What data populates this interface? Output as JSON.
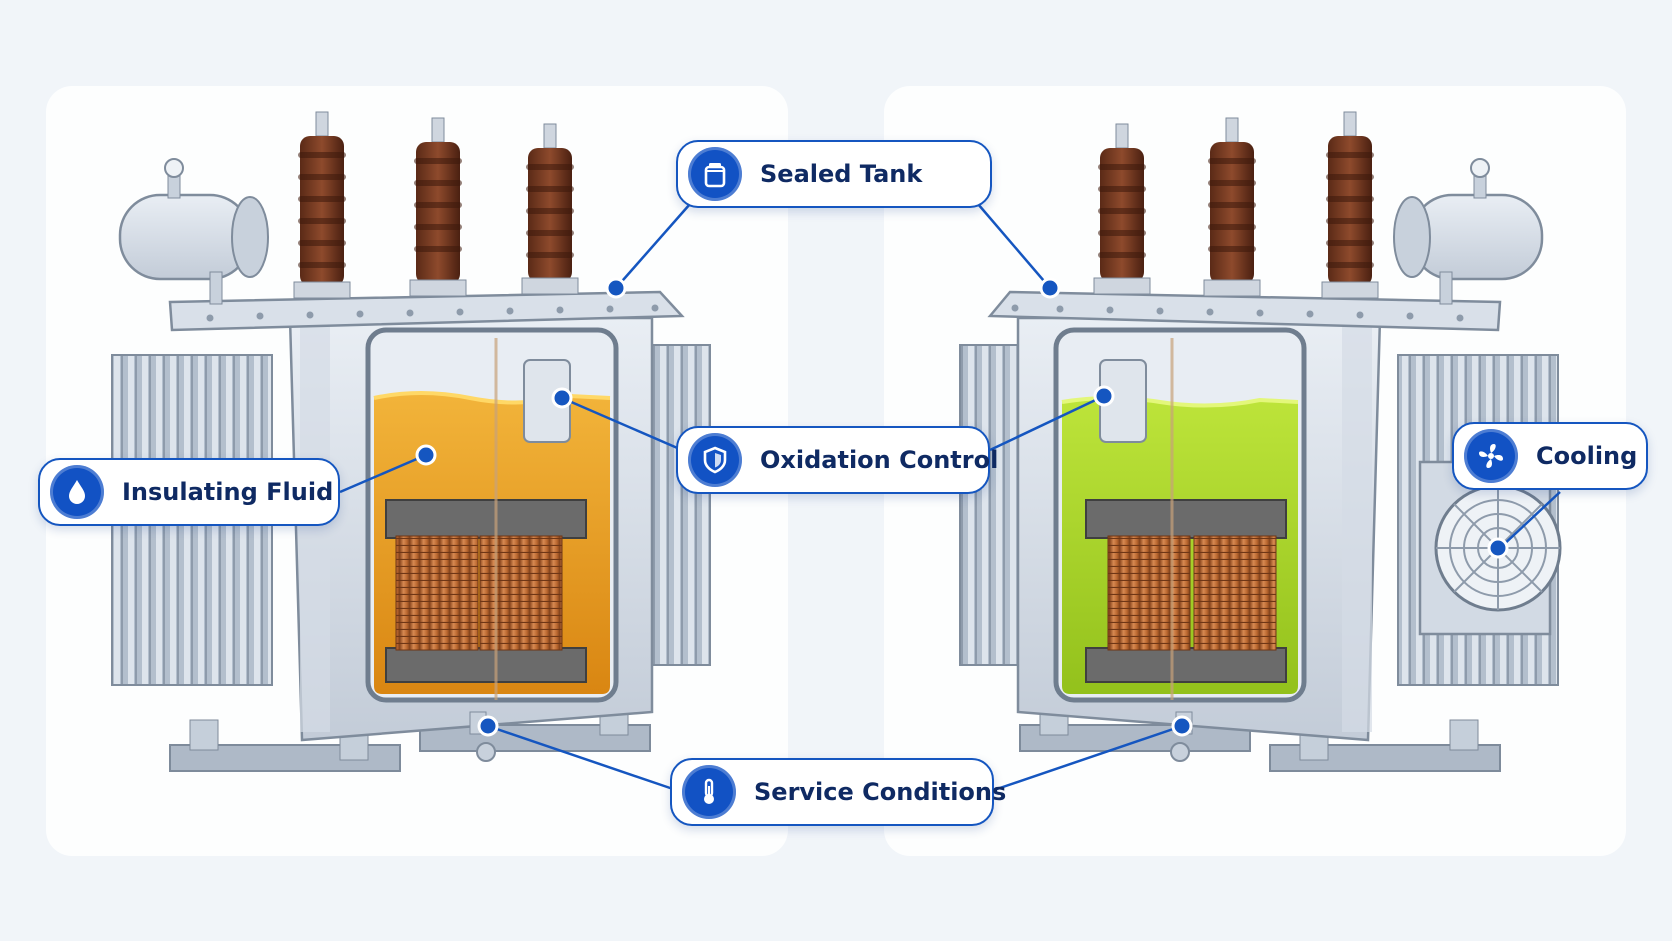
{
  "labels": {
    "sealed_tank": "Sealed Tank",
    "insulating_fluid": "Insulating Fluid",
    "oxidation_control": "Oxidation Control",
    "service_conditions": "Service Conditions",
    "cooling": "Cooling"
  },
  "icons": {
    "sealed_tank": "tank-icon",
    "insulating_fluid": "droplet-icon",
    "oxidation_control": "shield-icon",
    "service_conditions": "thermometer-icon",
    "cooling": "fan-icon"
  },
  "colors": {
    "accent": "#1252c4",
    "left_fluid": "#e49a1c",
    "right_fluid": "#a9d42c",
    "copper": "#c0713a",
    "tank_steel": "#cfd8e3"
  }
}
